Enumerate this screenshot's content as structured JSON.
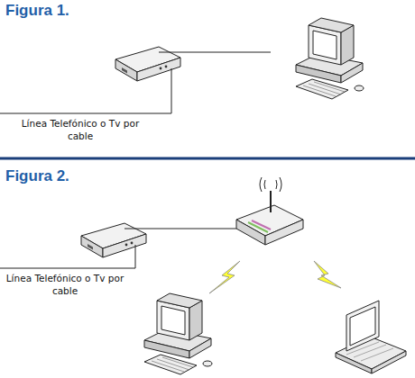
{
  "diagram": {
    "labels": [
      "Figura 1.",
      "Línea Telefónico o Tv por cable",
      "Figura 2.",
      "Línea Telefónico o Tv por cable"
    ]
  }
}
